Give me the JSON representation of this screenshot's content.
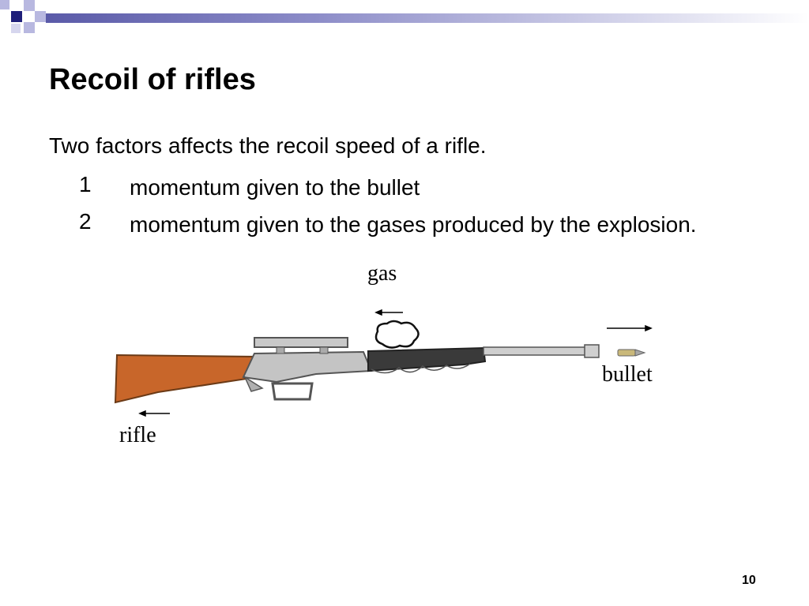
{
  "slide": {
    "title": "Recoil of rifles",
    "intro": "Two factors affects the recoil speed of a rifle.",
    "items": [
      {
        "number": "1",
        "text": "momentum given to the bullet"
      },
      {
        "number": "2",
        "text": "momentum given to the gases produced by the explosion."
      }
    ],
    "diagram": {
      "label_gas": "gas",
      "label_bullet": "bullet",
      "label_rifle": "rifle"
    },
    "page_number": "10"
  },
  "colors": {
    "deco_navy": "#1f1f7a",
    "deco_light": "#b8b8e0",
    "stock_brown": "#c8662a",
    "metal_gray": "#bdbdbd",
    "barrel_dark": "#3a3a3a"
  }
}
